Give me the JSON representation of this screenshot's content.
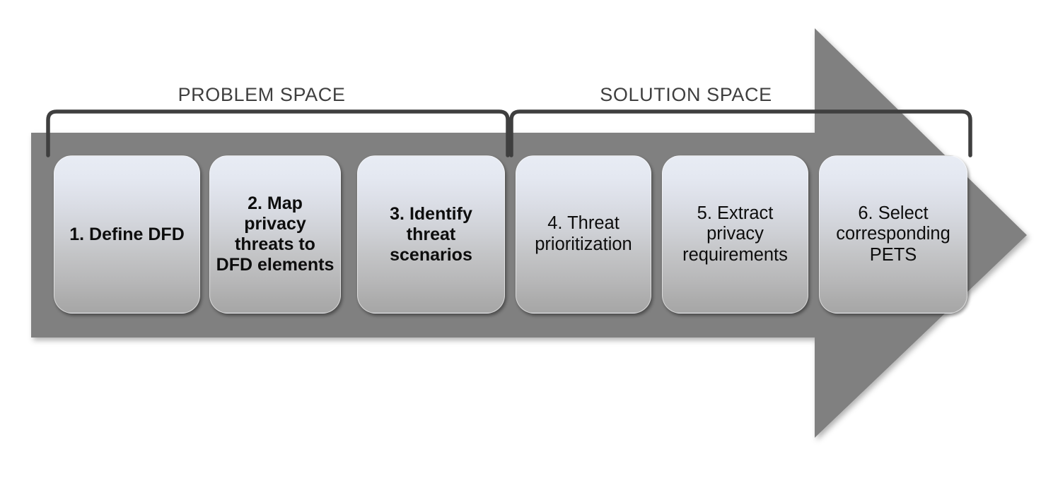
{
  "diagram": {
    "title": "Privacy threat modeling methodology process flow",
    "type": "process-arrow",
    "colors": {
      "arrow_fill": "#808080",
      "bracket_stroke": "#3f3f3f",
      "box_gradient_top": "#e8ecf4",
      "box_gradient_bottom": "#a6a6a6",
      "text": "#0d0d0d",
      "label_text": "#3f3f3f",
      "background": "#ffffff"
    },
    "phases": [
      {
        "id": "problem-space",
        "label": "PROBLEM SPACE",
        "steps": [
          1,
          2,
          3
        ]
      },
      {
        "id": "solution-space",
        "label": "SOLUTION SPACE",
        "steps": [
          4,
          5,
          6
        ]
      }
    ],
    "steps": [
      {
        "number": "1",
        "label": "1. Define DFD",
        "emphasis": "bold"
      },
      {
        "number": "2",
        "label": "2. Map privacy threats to DFD elements",
        "emphasis": "bold"
      },
      {
        "number": "3",
        "label": "3. Identify threat scenarios",
        "emphasis": "bold"
      },
      {
        "number": "4",
        "label": "4. Threat prioritization",
        "emphasis": "regular"
      },
      {
        "number": "5",
        "label": "5. Extract privacy requirements",
        "emphasis": "regular"
      },
      {
        "number": "6",
        "label": "6. Select corresponding PETS",
        "emphasis": "regular"
      }
    ]
  }
}
